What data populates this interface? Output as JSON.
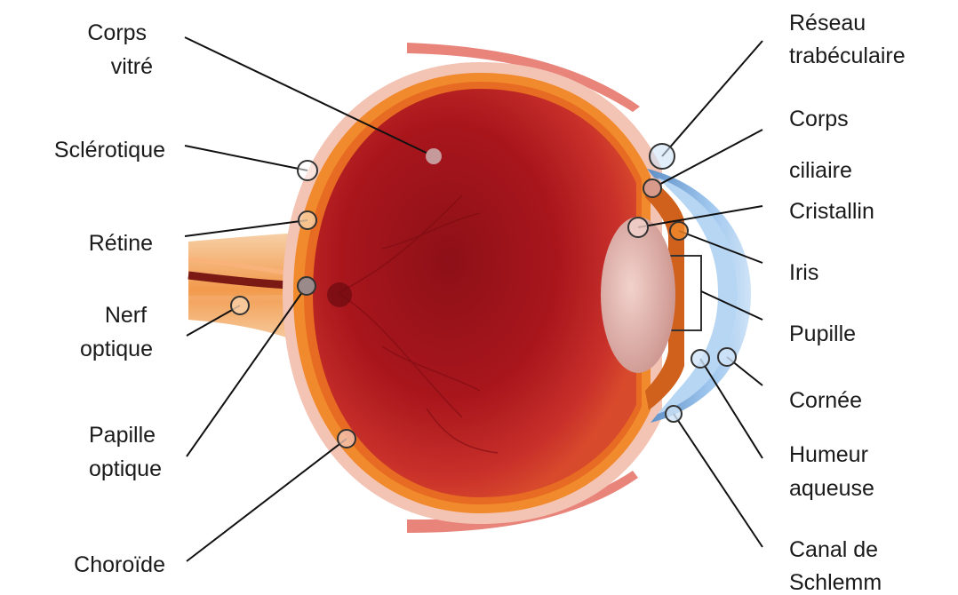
{
  "labels_left": [
    {
      "id": "corps-vitre",
      "lines": [
        "Corps",
        "vitré"
      ]
    },
    {
      "id": "sclerotique",
      "lines": [
        "Sclérotique"
      ]
    },
    {
      "id": "retine",
      "lines": [
        "Rétine"
      ]
    },
    {
      "id": "nerf-optique",
      "lines": [
        "Nerf",
        "optique"
      ]
    },
    {
      "id": "papille-optique",
      "lines": [
        "Papille",
        "optique"
      ]
    },
    {
      "id": "choroide",
      "lines": [
        "Choroïde"
      ]
    }
  ],
  "labels_right": [
    {
      "id": "reseau-trabeculaire",
      "lines": [
        "Réseau",
        "trabéculaire"
      ]
    },
    {
      "id": "corps-ciliaire",
      "lines": [
        "Corps",
        "ciliaire"
      ]
    },
    {
      "id": "cristallin",
      "lines": [
        "Cristallin"
      ]
    },
    {
      "id": "iris",
      "lines": [
        "Iris"
      ]
    },
    {
      "id": "pupille",
      "lines": [
        "Pupille"
      ]
    },
    {
      "id": "cornee",
      "lines": [
        "Cornée"
      ]
    },
    {
      "id": "humeur-aqueuse",
      "lines": [
        "Humeur",
        "aqueuse"
      ]
    },
    {
      "id": "canal-de-schlemm",
      "lines": [
        "Canal de",
        "Schlemm"
      ]
    }
  ],
  "colors": {
    "vitreous_dark": "#7a0c12",
    "vitreous_light": "#c62a2a",
    "choroid_orange": "#f08a2c",
    "sclera_pink": "#f3c3b4",
    "cornea_blue": "#9ec6ee",
    "lens": "#e6b8b0",
    "leader_line": "#111111"
  }
}
